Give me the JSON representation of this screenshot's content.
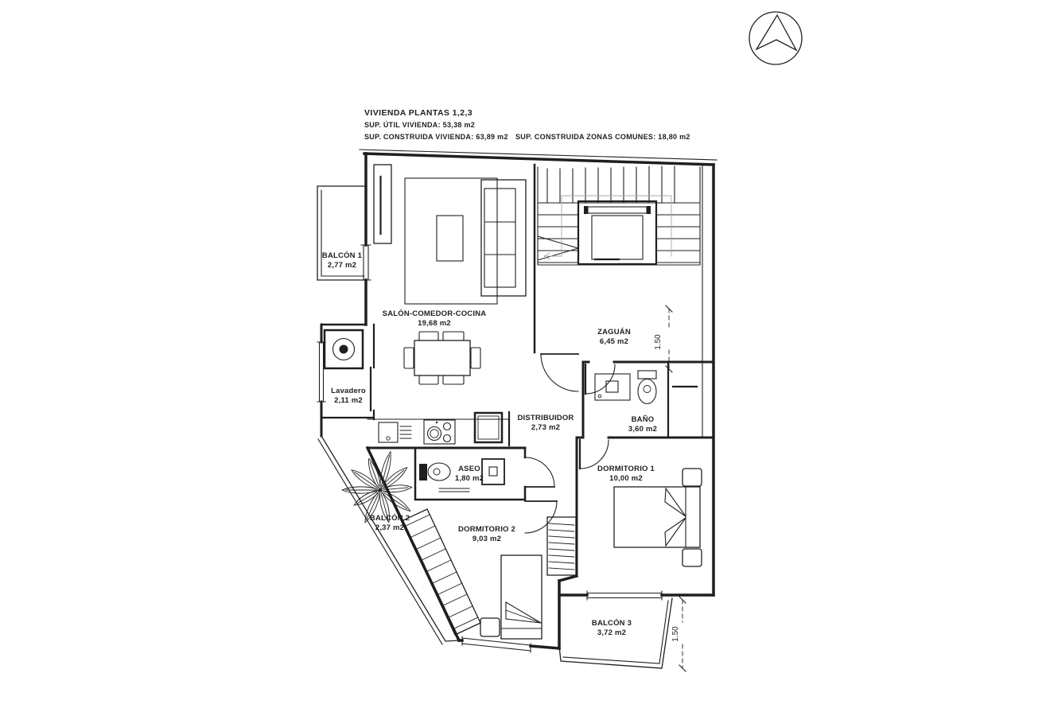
{
  "header": {
    "title": "VIVIENDA PLANTAS 1,2,3",
    "sup_util": "SUP. ÚTIL VIVIENDA: 53,38 m2",
    "sup_construida": "SUP. CONSTRUIDA VIVIENDA: 63,89 m2",
    "sup_comunes": "SUP. CONSTRUIDA ZONAS COMUNES: 18,80 m2"
  },
  "rooms": {
    "balcon1": {
      "name": "BALCÓN 1",
      "area": "2,77 m2"
    },
    "salon": {
      "name": "SALÓN-COMEDOR-COCINA",
      "area": "19,68 m2"
    },
    "zaguan": {
      "name": "ZAGUÁN",
      "area": "6,45 m2"
    },
    "lavadero": {
      "name": "Lavadero",
      "area": "2,11 m2"
    },
    "distribuidor": {
      "name": "DISTRIBUIDOR",
      "area": "2,73 m2"
    },
    "bano": {
      "name": "BAÑO",
      "area": "3,60 m2"
    },
    "aseo": {
      "name": "ASEO",
      "area": "1,80 m2"
    },
    "dormitorio1": {
      "name": "DORMITORIO 1",
      "area": "10,00 m2"
    },
    "dormitorio2": {
      "name": "DORMITORIO 2",
      "area": "9,03 m2"
    },
    "balcon2": {
      "name": "BALCÓN 2",
      "area": "2,37 m2"
    },
    "balcon3": {
      "name": "BALCÓN 3",
      "area": "3,72 m2"
    }
  },
  "dimensions": {
    "zaguan_right": "1.50",
    "balcon3_right": "1.50"
  },
  "colors": {
    "line": "#1f1f1f",
    "background": "#ffffff"
  }
}
